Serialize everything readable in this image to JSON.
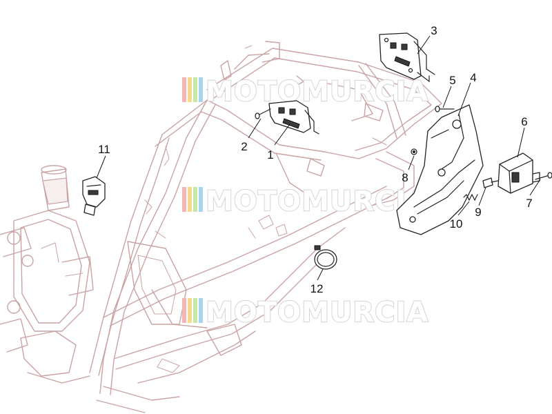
{
  "diagram": {
    "callouts": [
      {
        "num": "1"
      },
      {
        "num": "2"
      },
      {
        "num": "3"
      },
      {
        "num": "4"
      },
      {
        "num": "5"
      },
      {
        "num": "6"
      },
      {
        "num": "7"
      },
      {
        "num": "8"
      },
      {
        "num": "9"
      },
      {
        "num": "10"
      },
      {
        "num": "11"
      },
      {
        "num": "12"
      }
    ]
  },
  "watermark": {
    "text": "MOTOMURCIA",
    "stripe_colors": [
      "#f3b6b6",
      "#f6d98f",
      "#c9e6a9",
      "#a9d4ee"
    ]
  },
  "colors": {
    "frame_outline": "#c9a3a3",
    "part_outline": "#222222",
    "background": "#ffffff"
  }
}
